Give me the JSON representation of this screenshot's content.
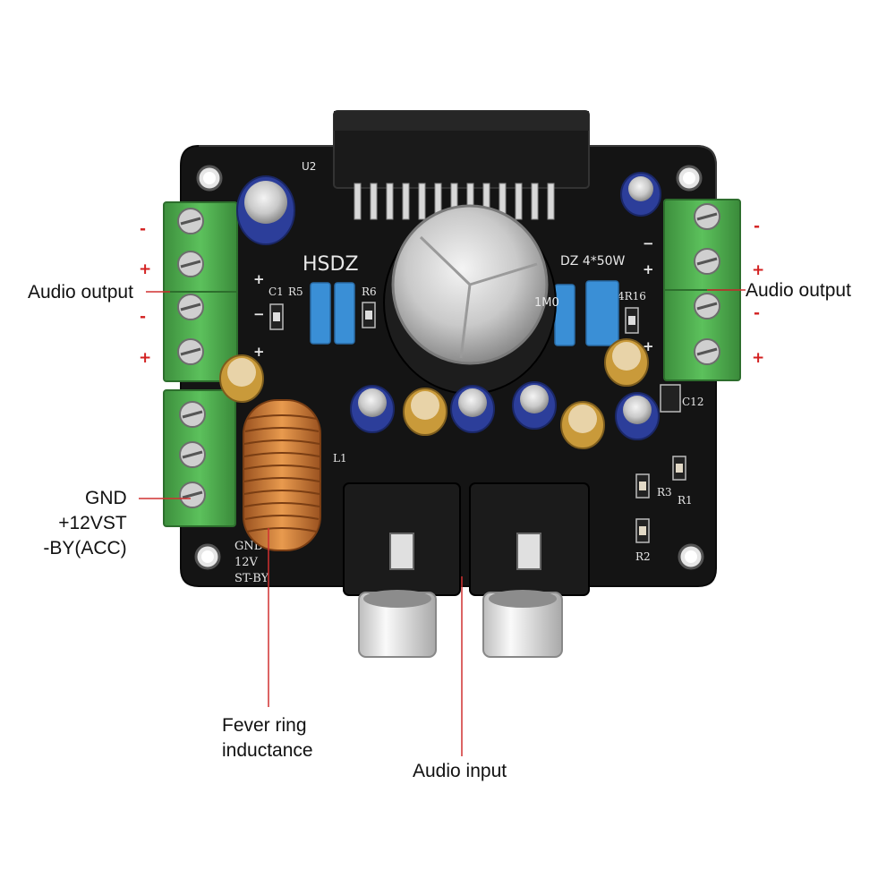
{
  "colors": {
    "leader": "#d03030",
    "plus": "#d32020",
    "minus": "#d32020",
    "pcb": "#141414",
    "terminal": "#4aa64a",
    "copper": "#c8782e",
    "electrolytic": "#1d1d1d",
    "rca": "#f0f0f0"
  },
  "callouts": {
    "audio_output_left": "Audio output",
    "audio_output_right": "Audio output",
    "power_lines": [
      "GND",
      "+12VST",
      "-BY(ACC)"
    ],
    "inductor_lines": [
      "Fever ring",
      "inductance"
    ],
    "audio_input": "Audio input"
  },
  "polarity": {
    "left": [
      "-",
      "+",
      "-",
      "+"
    ],
    "right": [
      "-",
      "+",
      "-",
      "+"
    ]
  },
  "silkscreen": {
    "brand": "HSDZ",
    "model": "DZ 4*50W",
    "ic_label": "U2",
    "inductor_label": "L1",
    "cap_labels": [
      "C1",
      "C12"
    ],
    "resistor_labels": [
      "R5",
      "R6",
      "4R16",
      "R3",
      "R1",
      "R2"
    ],
    "power_labels": [
      "GND",
      "12V",
      "ST-BY"
    ],
    "big_cap_text": "1M0"
  }
}
